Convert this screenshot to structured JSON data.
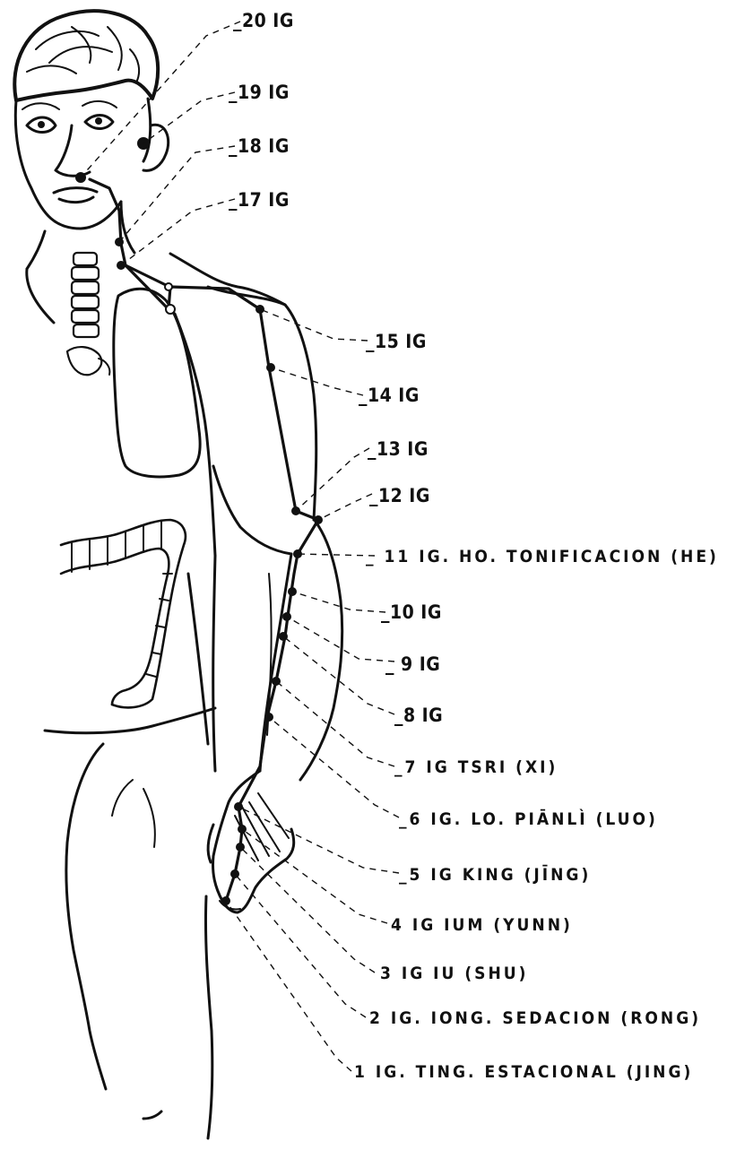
{
  "labels": [
    {
      "id": "20",
      "text": "_20 IG"
    },
    {
      "id": "19",
      "text": "_19 IG"
    },
    {
      "id": "18",
      "text": "_18 IG"
    },
    {
      "id": "17",
      "text": "_17 IG"
    },
    {
      "id": "15",
      "text": "_15 IG"
    },
    {
      "id": "14",
      "text": "_14 IG"
    },
    {
      "id": "13",
      "text": "_13 IG"
    },
    {
      "id": "12",
      "text": "_12 IG"
    },
    {
      "id": "11",
      "text": "_ 11 IG. HO. TONIFICACION (HE)"
    },
    {
      "id": "10",
      "text": "_10 IG"
    },
    {
      "id": "9",
      "text": "_ 9 IG"
    },
    {
      "id": "8",
      "text": "_8 IG"
    },
    {
      "id": "7",
      "text": "_7 IG TSRI (XI)"
    },
    {
      "id": "6",
      "text": "_6 IG. LO. PIĀNLÌ (LUO)"
    },
    {
      "id": "5",
      "text": "_5 IG KING (JĪNG)"
    },
    {
      "id": "4",
      "text": "4 IG IUM (YUNN)"
    },
    {
      "id": "3",
      "text": "3 IG IU (SHU)"
    },
    {
      "id": "2",
      "text": "2 IG. IONG. SEDACION (RONG)"
    },
    {
      "id": "1",
      "text": "1 IG. TING. ESTACIONAL (JING)"
    }
  ]
}
